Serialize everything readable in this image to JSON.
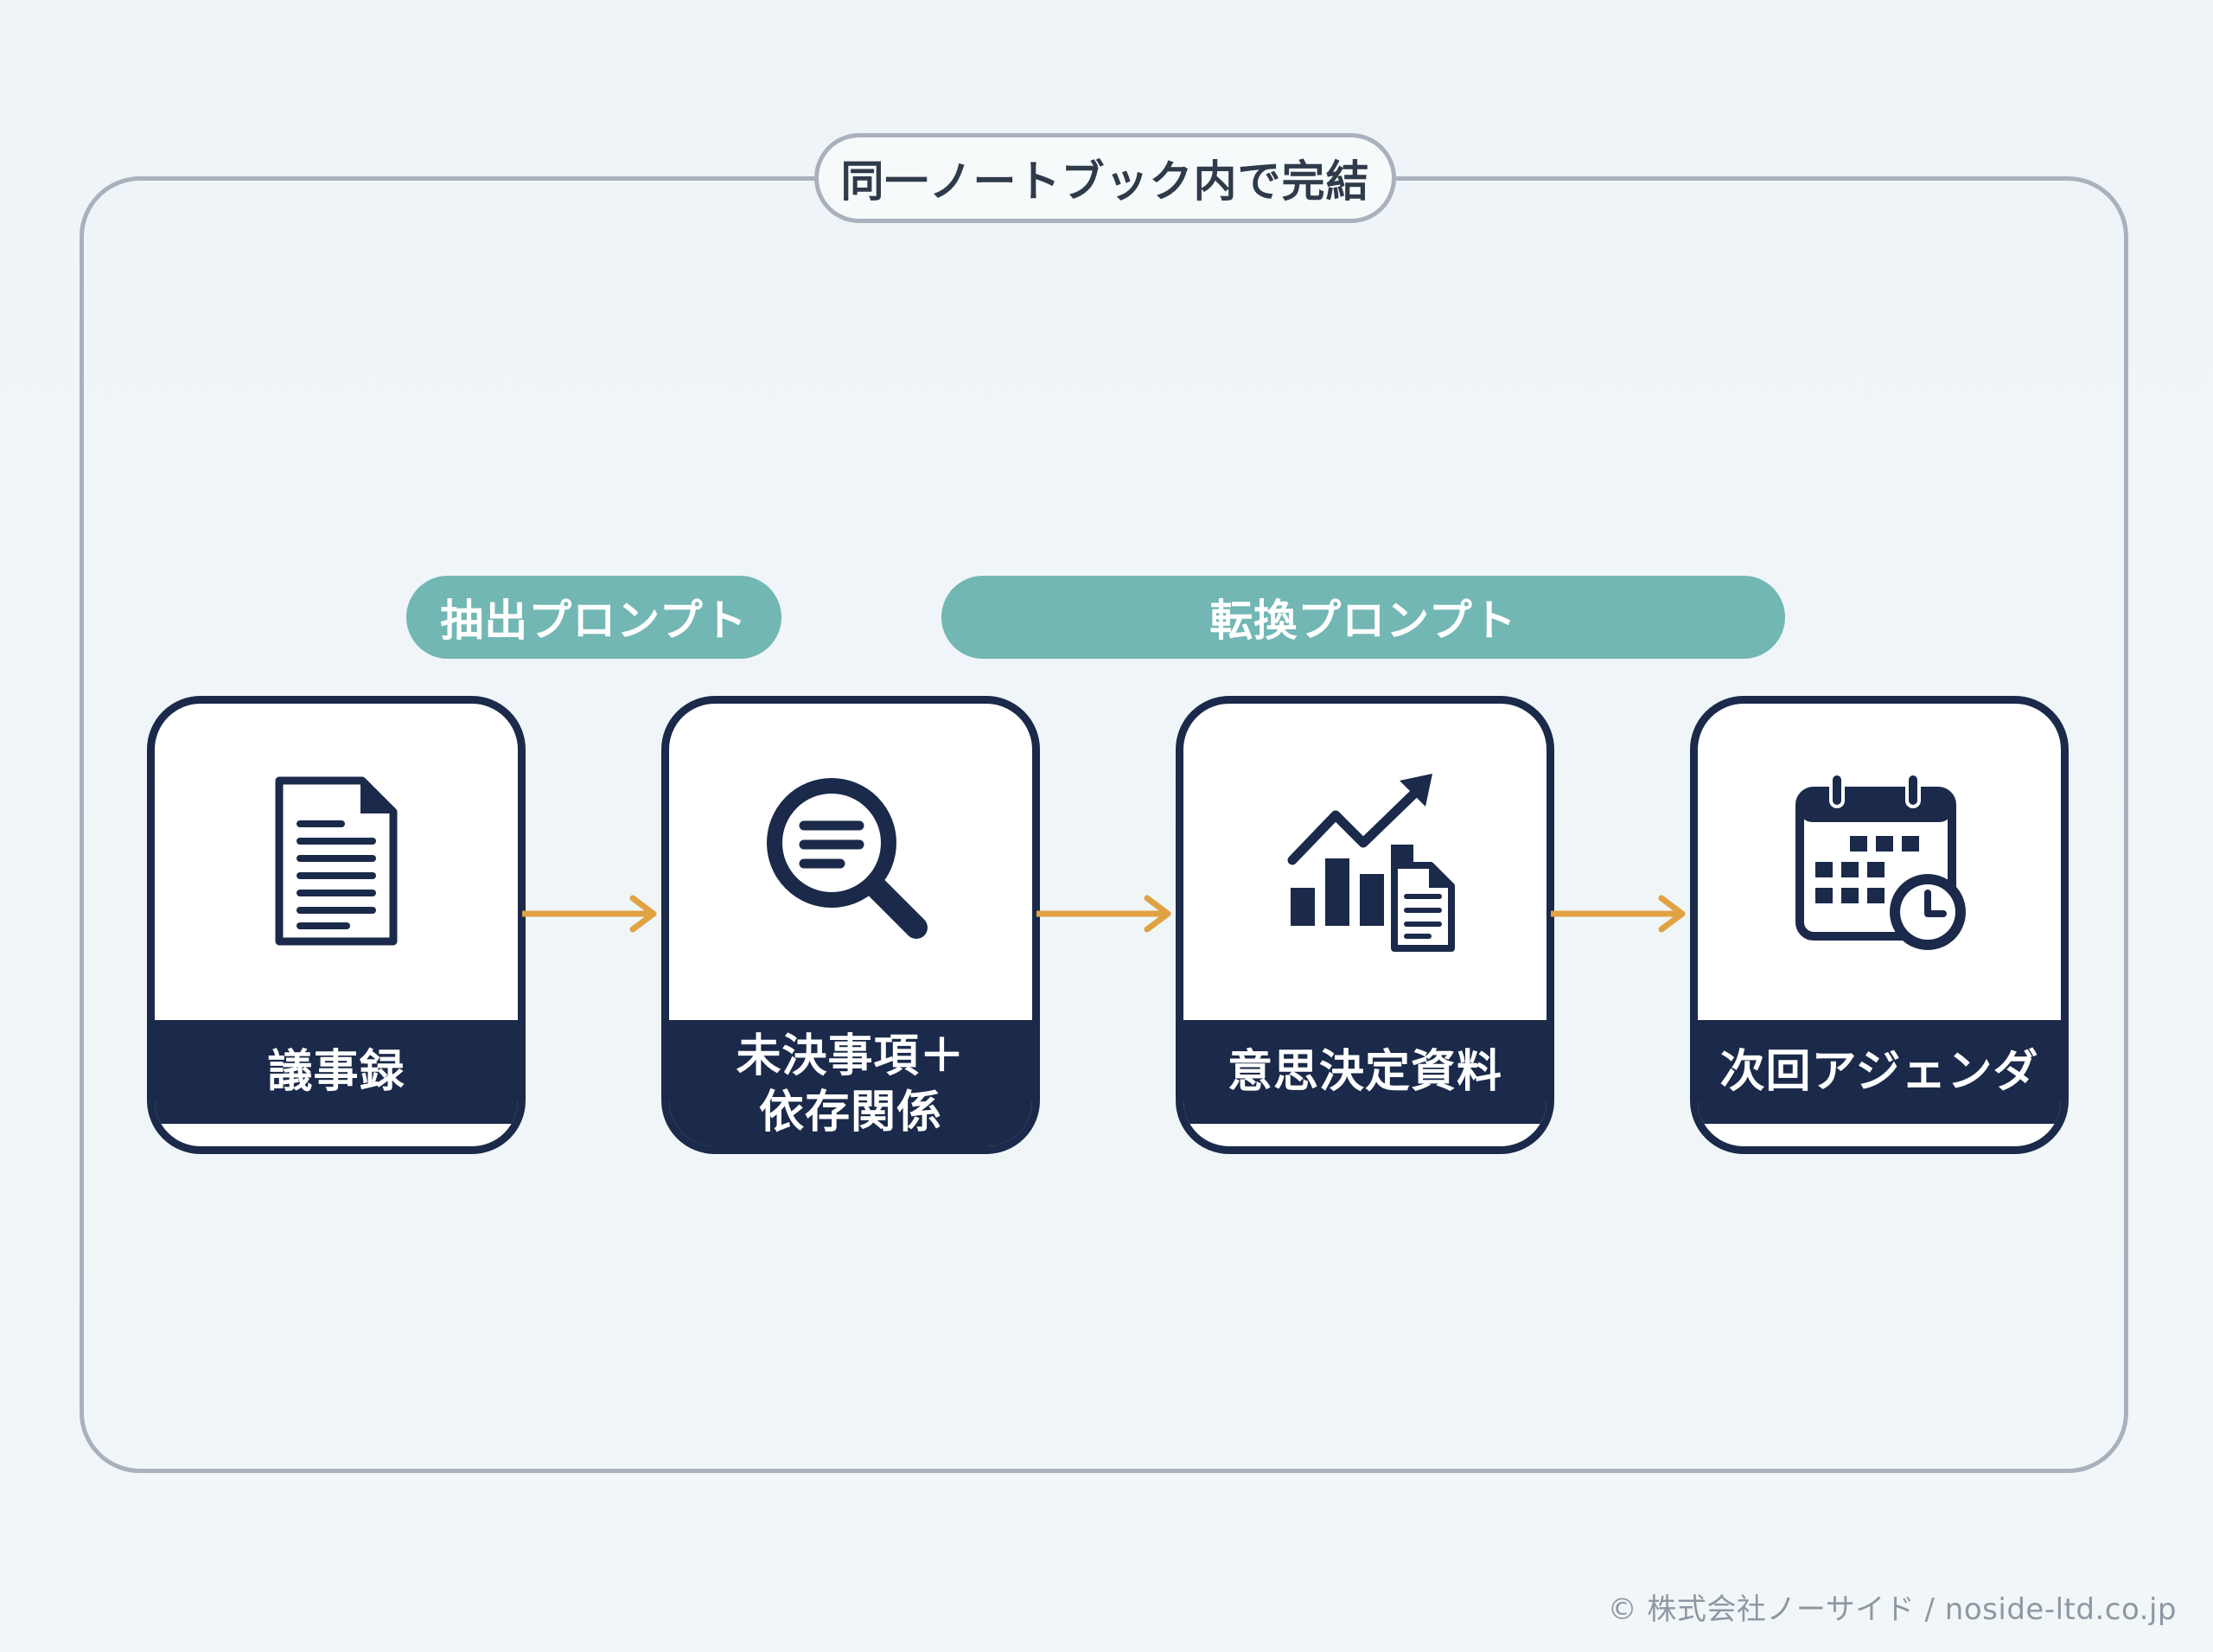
{
  "frame": {
    "title": "同一ノートブック内で完結"
  },
  "prompts": {
    "extract": "抽出プロンプト",
    "convert": "転換プロンプト"
  },
  "steps": [
    {
      "label": "議事録",
      "icon": "document-icon"
    },
    {
      "label_line1": "未決事項＋",
      "label_line2": "依存関係",
      "icon": "magnifier-icon"
    },
    {
      "label": "意思決定資料",
      "icon": "chart-document-icon"
    },
    {
      "label": "次回アジェンダ",
      "icon": "calendar-clock-icon"
    }
  ],
  "footer": {
    "copyright": "© 株式会社ノーサイド / noside-ltd.co.jp"
  },
  "colors": {
    "navy": "#1b2a4a",
    "teal": "#72b7b4",
    "arrow": "#e0a243",
    "frame": "#a9b1bd"
  }
}
